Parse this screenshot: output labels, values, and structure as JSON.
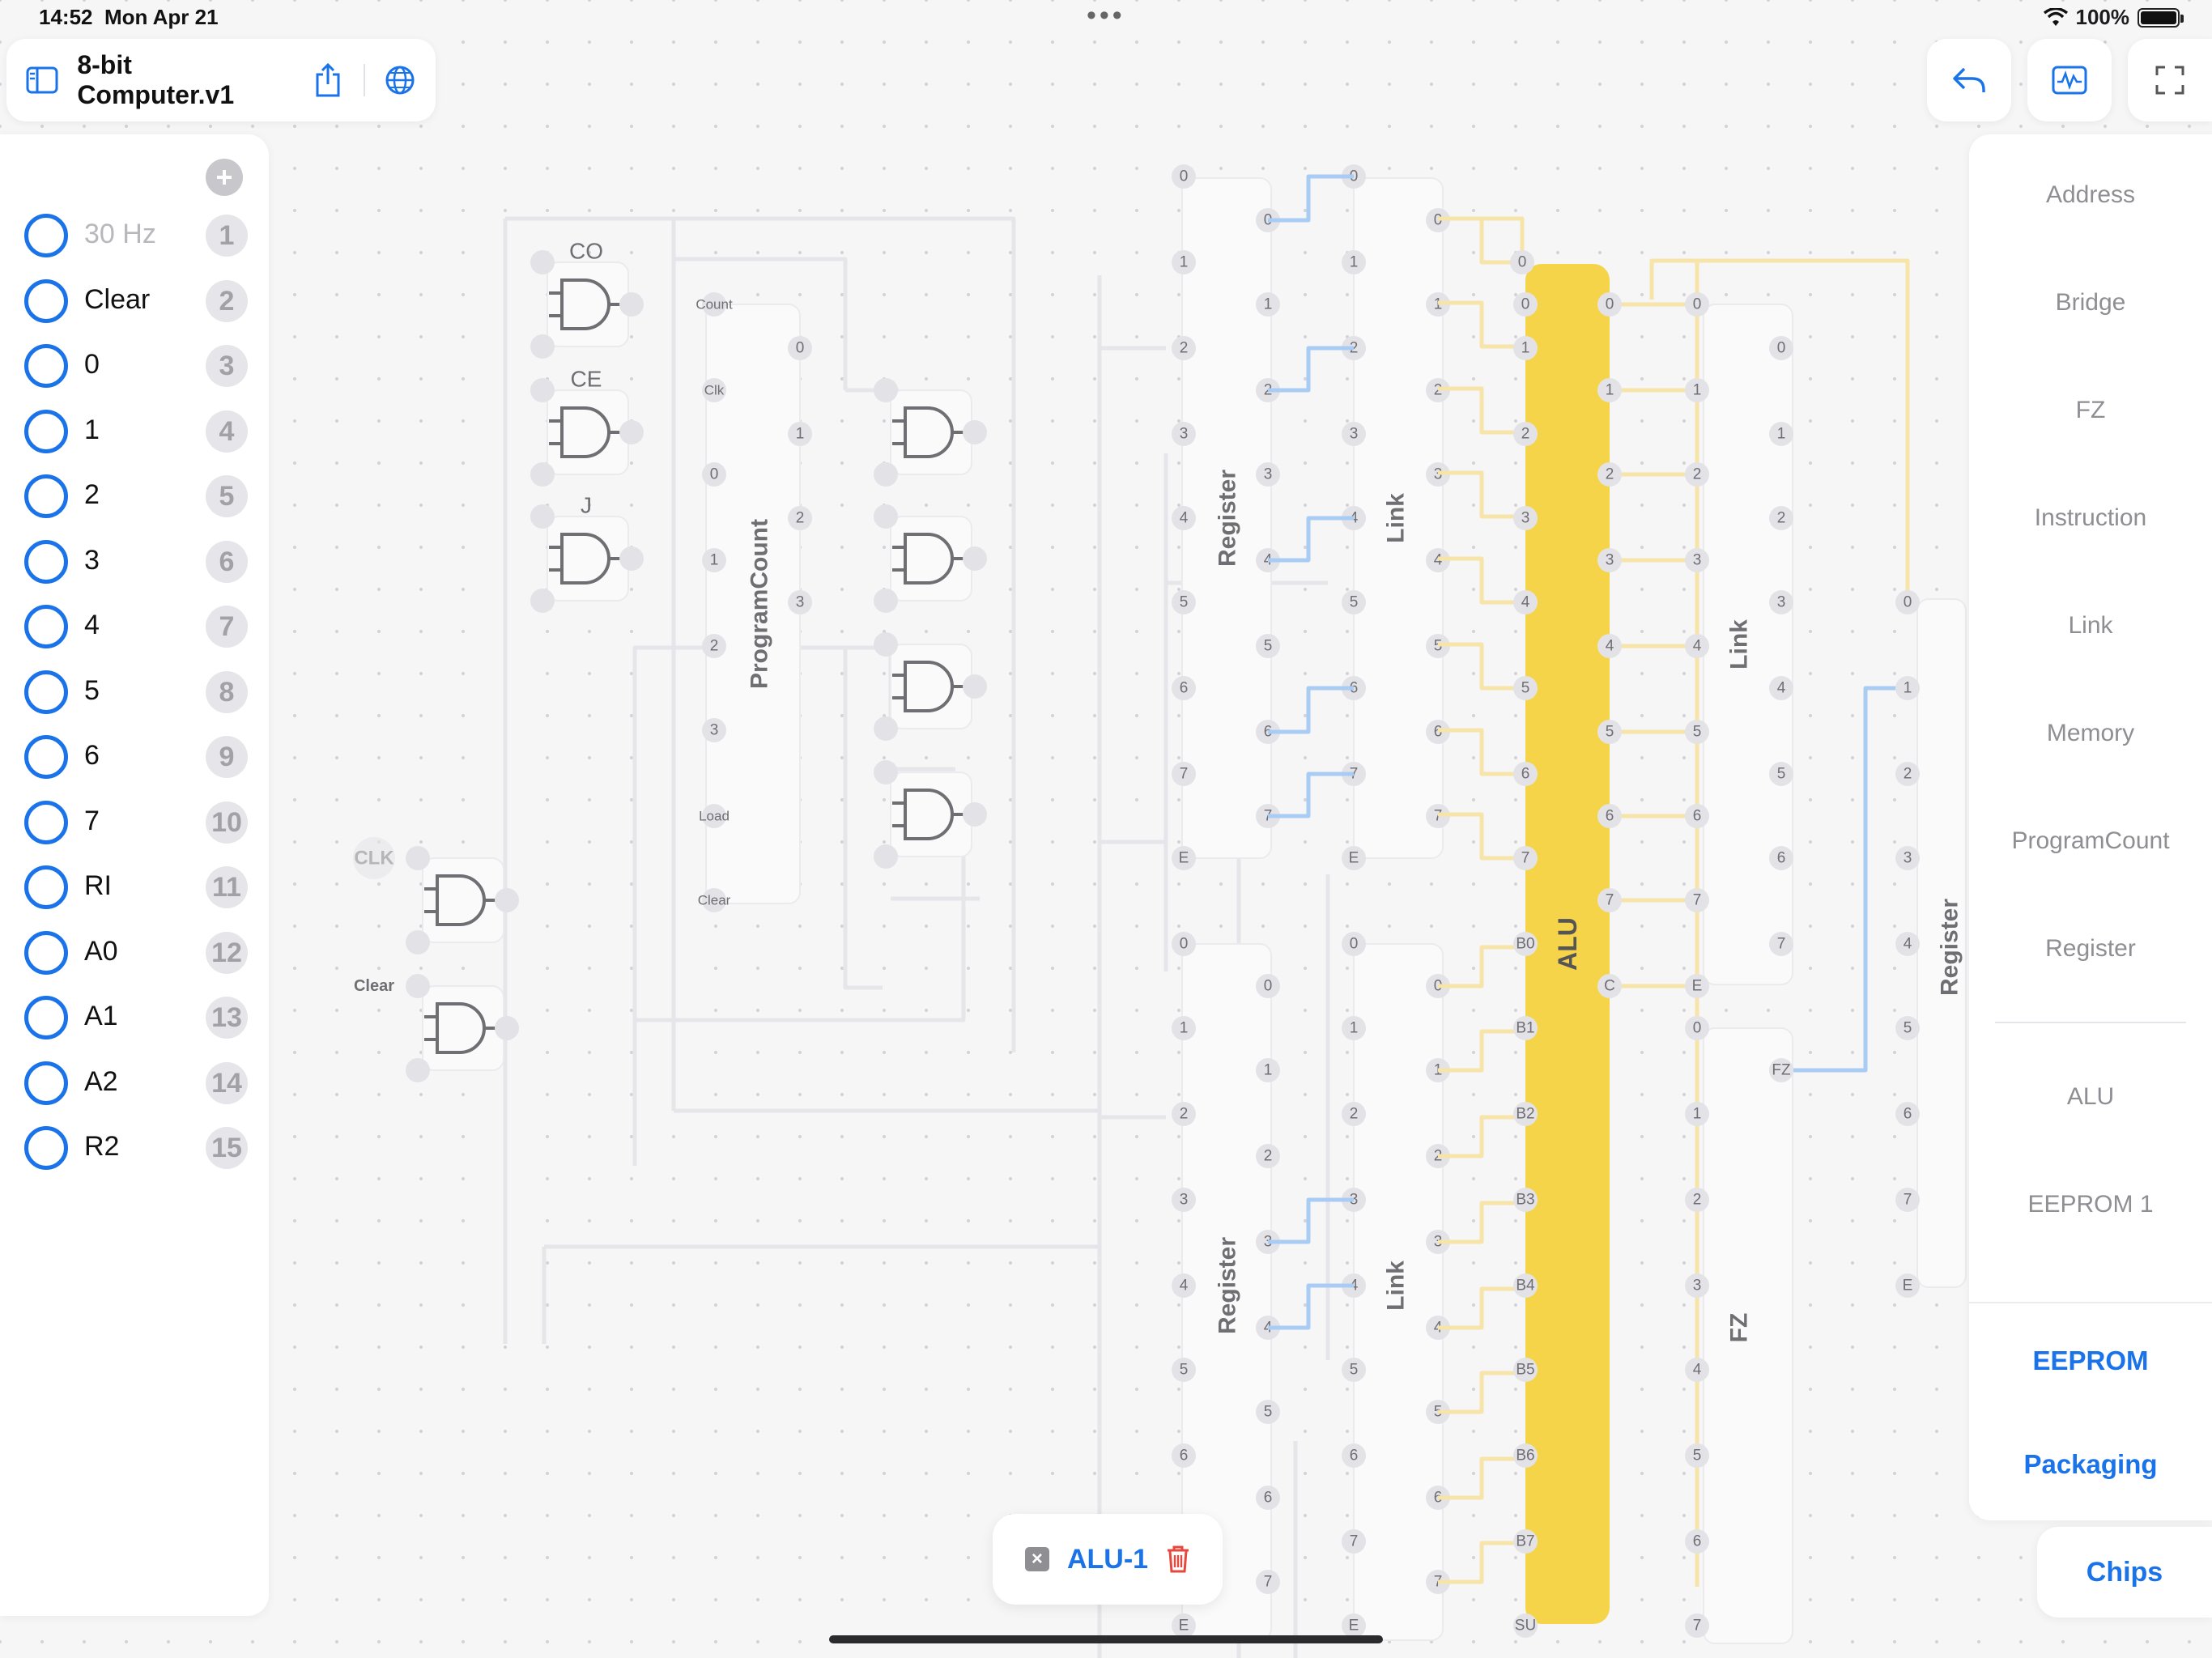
{
  "status": {
    "time": "14:52",
    "date": "Mon Apr 21",
    "battery": "100%"
  },
  "document": {
    "title": "8-bit Computer.v1"
  },
  "icons": {
    "sidebar": "sidebar-toggle-icon",
    "share": "share-icon",
    "globe": "globe-icon",
    "undo": "undo-arrow-icon",
    "waveform": "waveform-icon",
    "fullscreen": "fullscreen-icon",
    "add": "plus-icon",
    "delete": "trash-icon",
    "deselect": "close-box-icon"
  },
  "colors": {
    "accent": "#1a73e8",
    "alu": "#f6d44a",
    "wire_active": "#a9ccf5",
    "wire_warm": "#f6e4a8",
    "delete": "#e5483f"
  },
  "inputs": [
    {
      "label": "30 Hz",
      "number": "1",
      "dim": true
    },
    {
      "label": "Clear",
      "number": "2"
    },
    {
      "label": "0",
      "number": "3"
    },
    {
      "label": "1",
      "number": "4"
    },
    {
      "label": "2",
      "number": "5"
    },
    {
      "label": "3",
      "number": "6"
    },
    {
      "label": "4",
      "number": "7"
    },
    {
      "label": "5",
      "number": "8"
    },
    {
      "label": "6",
      "number": "9"
    },
    {
      "label": "7",
      "number": "10"
    },
    {
      "label": "RI",
      "number": "11"
    },
    {
      "label": "A0",
      "number": "12"
    },
    {
      "label": "A1",
      "number": "13"
    },
    {
      "label": "A2",
      "number": "14"
    },
    {
      "label": "R2",
      "number": "15"
    }
  ],
  "chips": [
    "Address",
    "Bridge",
    "FZ",
    "Instruction",
    "Link",
    "Memory",
    "ProgramCount",
    "Register",
    "ALU",
    "EEPROM 1"
  ],
  "bottom_links": {
    "eeprom": "EEPROM",
    "packaging": "Packaging",
    "chips": "Chips"
  },
  "selection": {
    "name": "ALU-1"
  },
  "circuit": {
    "gate_labels": [
      "CO",
      "CE",
      "J"
    ],
    "clock_labels": [
      "CLK",
      "Clear"
    ],
    "program_count": {
      "title": "ProgramCount",
      "pins_left": [
        "Count",
        "Clk",
        "0",
        "1",
        "2",
        "3",
        "Load",
        "Clear"
      ],
      "pins_right": [
        "0",
        "1",
        "2",
        "3"
      ]
    },
    "register_title": "Register",
    "link_title": "Link",
    "fz_title": "FZ",
    "alu": {
      "title": "ALU",
      "pins_left": [
        "0",
        "1",
        "2",
        "3",
        "4",
        "5",
        "6",
        "7",
        "B0",
        "B1",
        "B2",
        "B3",
        "B4",
        "B5",
        "B6",
        "B7",
        "SU"
      ],
      "pins_right": [
        "0",
        "1",
        "2",
        "3",
        "4",
        "5",
        "6",
        "7",
        "C"
      ]
    },
    "digit_pins": [
      "0",
      "1",
      "2",
      "3",
      "4",
      "5",
      "6",
      "7"
    ],
    "enable_pin": "E",
    "fz_pin": "FZ"
  }
}
